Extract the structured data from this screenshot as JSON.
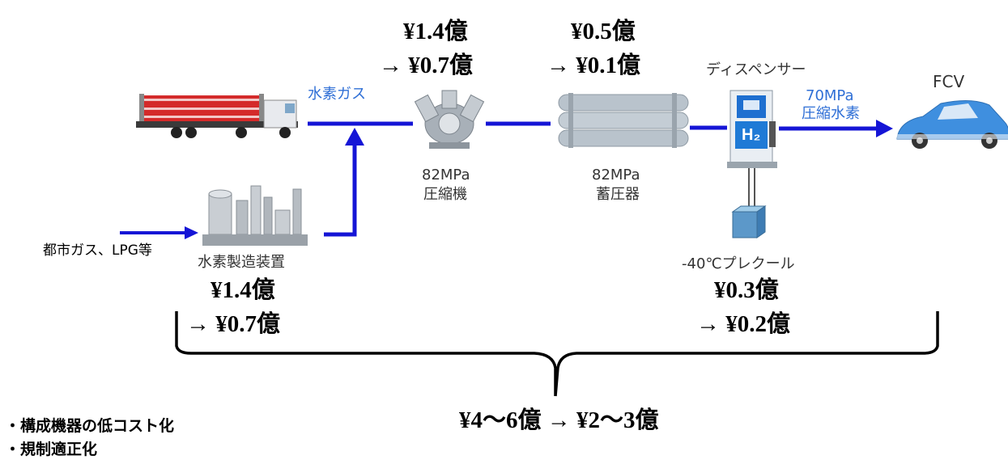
{
  "colors": {
    "pipe": "#1515d6",
    "label_blue": "#2f6fd6",
    "tank": "#b9c3cc",
    "car": "#3f8fdf"
  },
  "compressor_cost": {
    "current": "¥1.4億",
    "target": "→  ¥0.7億"
  },
  "accumulator_cost": {
    "current": "¥0.5億",
    "target": "→  ¥0.1億"
  },
  "generator_cost": {
    "current": "¥1.4億",
    "target": "→  ¥0.7億"
  },
  "precool_cost": {
    "current": "¥0.3億",
    "target": "→  ¥0.2億"
  },
  "total_cost": "¥4〜6億 →  ¥2〜3億",
  "labels": {
    "hydrogen_gas": "水素ガス",
    "dispenser": "ディスペンサー",
    "fcv": "FCV",
    "pressure_line1": "70MPa",
    "pressure_line2": "圧縮水素",
    "compressor_line1": "82MPa",
    "compressor_line2": "圧縮機",
    "accumulator_line1": "82MPa",
    "accumulator_line2": "蓄圧器",
    "city_gas": "都市ガス、LPG等",
    "generator": "水素製造装置",
    "precool": "-40℃プレクール",
    "h2": "H₂"
  },
  "notes": [
    "・構成機器の低コスト化",
    "・規制適正化"
  ]
}
